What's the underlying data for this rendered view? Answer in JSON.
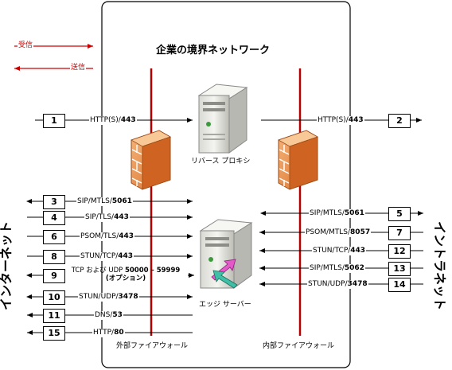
{
  "title": "企業の境界ネットワーク",
  "legend": {
    "inbound": "受信",
    "outbound": "送信"
  },
  "side_labels": {
    "left": "インターネット",
    "right": "イントラネット"
  },
  "nodes": {
    "reverse_proxy": "リバース プロキシ",
    "edge_server": "エッジ サーバー",
    "external_firewall": "外部ファイアウォール",
    "internal_firewall": "内部ファイアウォール"
  },
  "flows_left": [
    {
      "num": "1",
      "protocol": "HTTP(S)/",
      "port": "443"
    },
    {
      "num": "3",
      "protocol": "SIP/MTLS/",
      "port": "5061"
    },
    {
      "num": "4",
      "protocol": "SIP/TLS/",
      "port": "443"
    },
    {
      "num": "6",
      "protocol": "PSOM/TLS/",
      "port": "443"
    },
    {
      "num": "8",
      "protocol": "STUN/TCP/",
      "port": "443"
    },
    {
      "num": "9",
      "protocol": "TCP および UDP ",
      "port": "50000 – 59999",
      "note": "(オプション)"
    },
    {
      "num": "10",
      "protocol": "STUN/UDP/",
      "port": "3478"
    },
    {
      "num": "11",
      "protocol": "DNS/",
      "port": "53"
    },
    {
      "num": "15",
      "protocol": "HTTP/",
      "port": "80"
    }
  ],
  "flows_right": [
    {
      "num": "2",
      "protocol": "HTTP(S)/",
      "port": "443"
    },
    {
      "num": "5",
      "protocol": "SIP/MTLS/",
      "port": "5061"
    },
    {
      "num": "7",
      "protocol": "PSOM/MTLS/",
      "port": "8057"
    },
    {
      "num": "12",
      "protocol": "STUN/TCP/",
      "port": "443"
    },
    {
      "num": "13",
      "protocol": "SIP/MTLS/",
      "port": "5062"
    },
    {
      "num": "14",
      "protocol": "STUN/UDP/",
      "port": "3478"
    }
  ],
  "colors": {
    "inbound": "#cc0000",
    "firewall_line": "#b30000",
    "frame": "#000000"
  },
  "icons": {
    "server": "server-icon",
    "firewall": "firewall-icon",
    "exchange": "exchange-arrows-icon"
  }
}
